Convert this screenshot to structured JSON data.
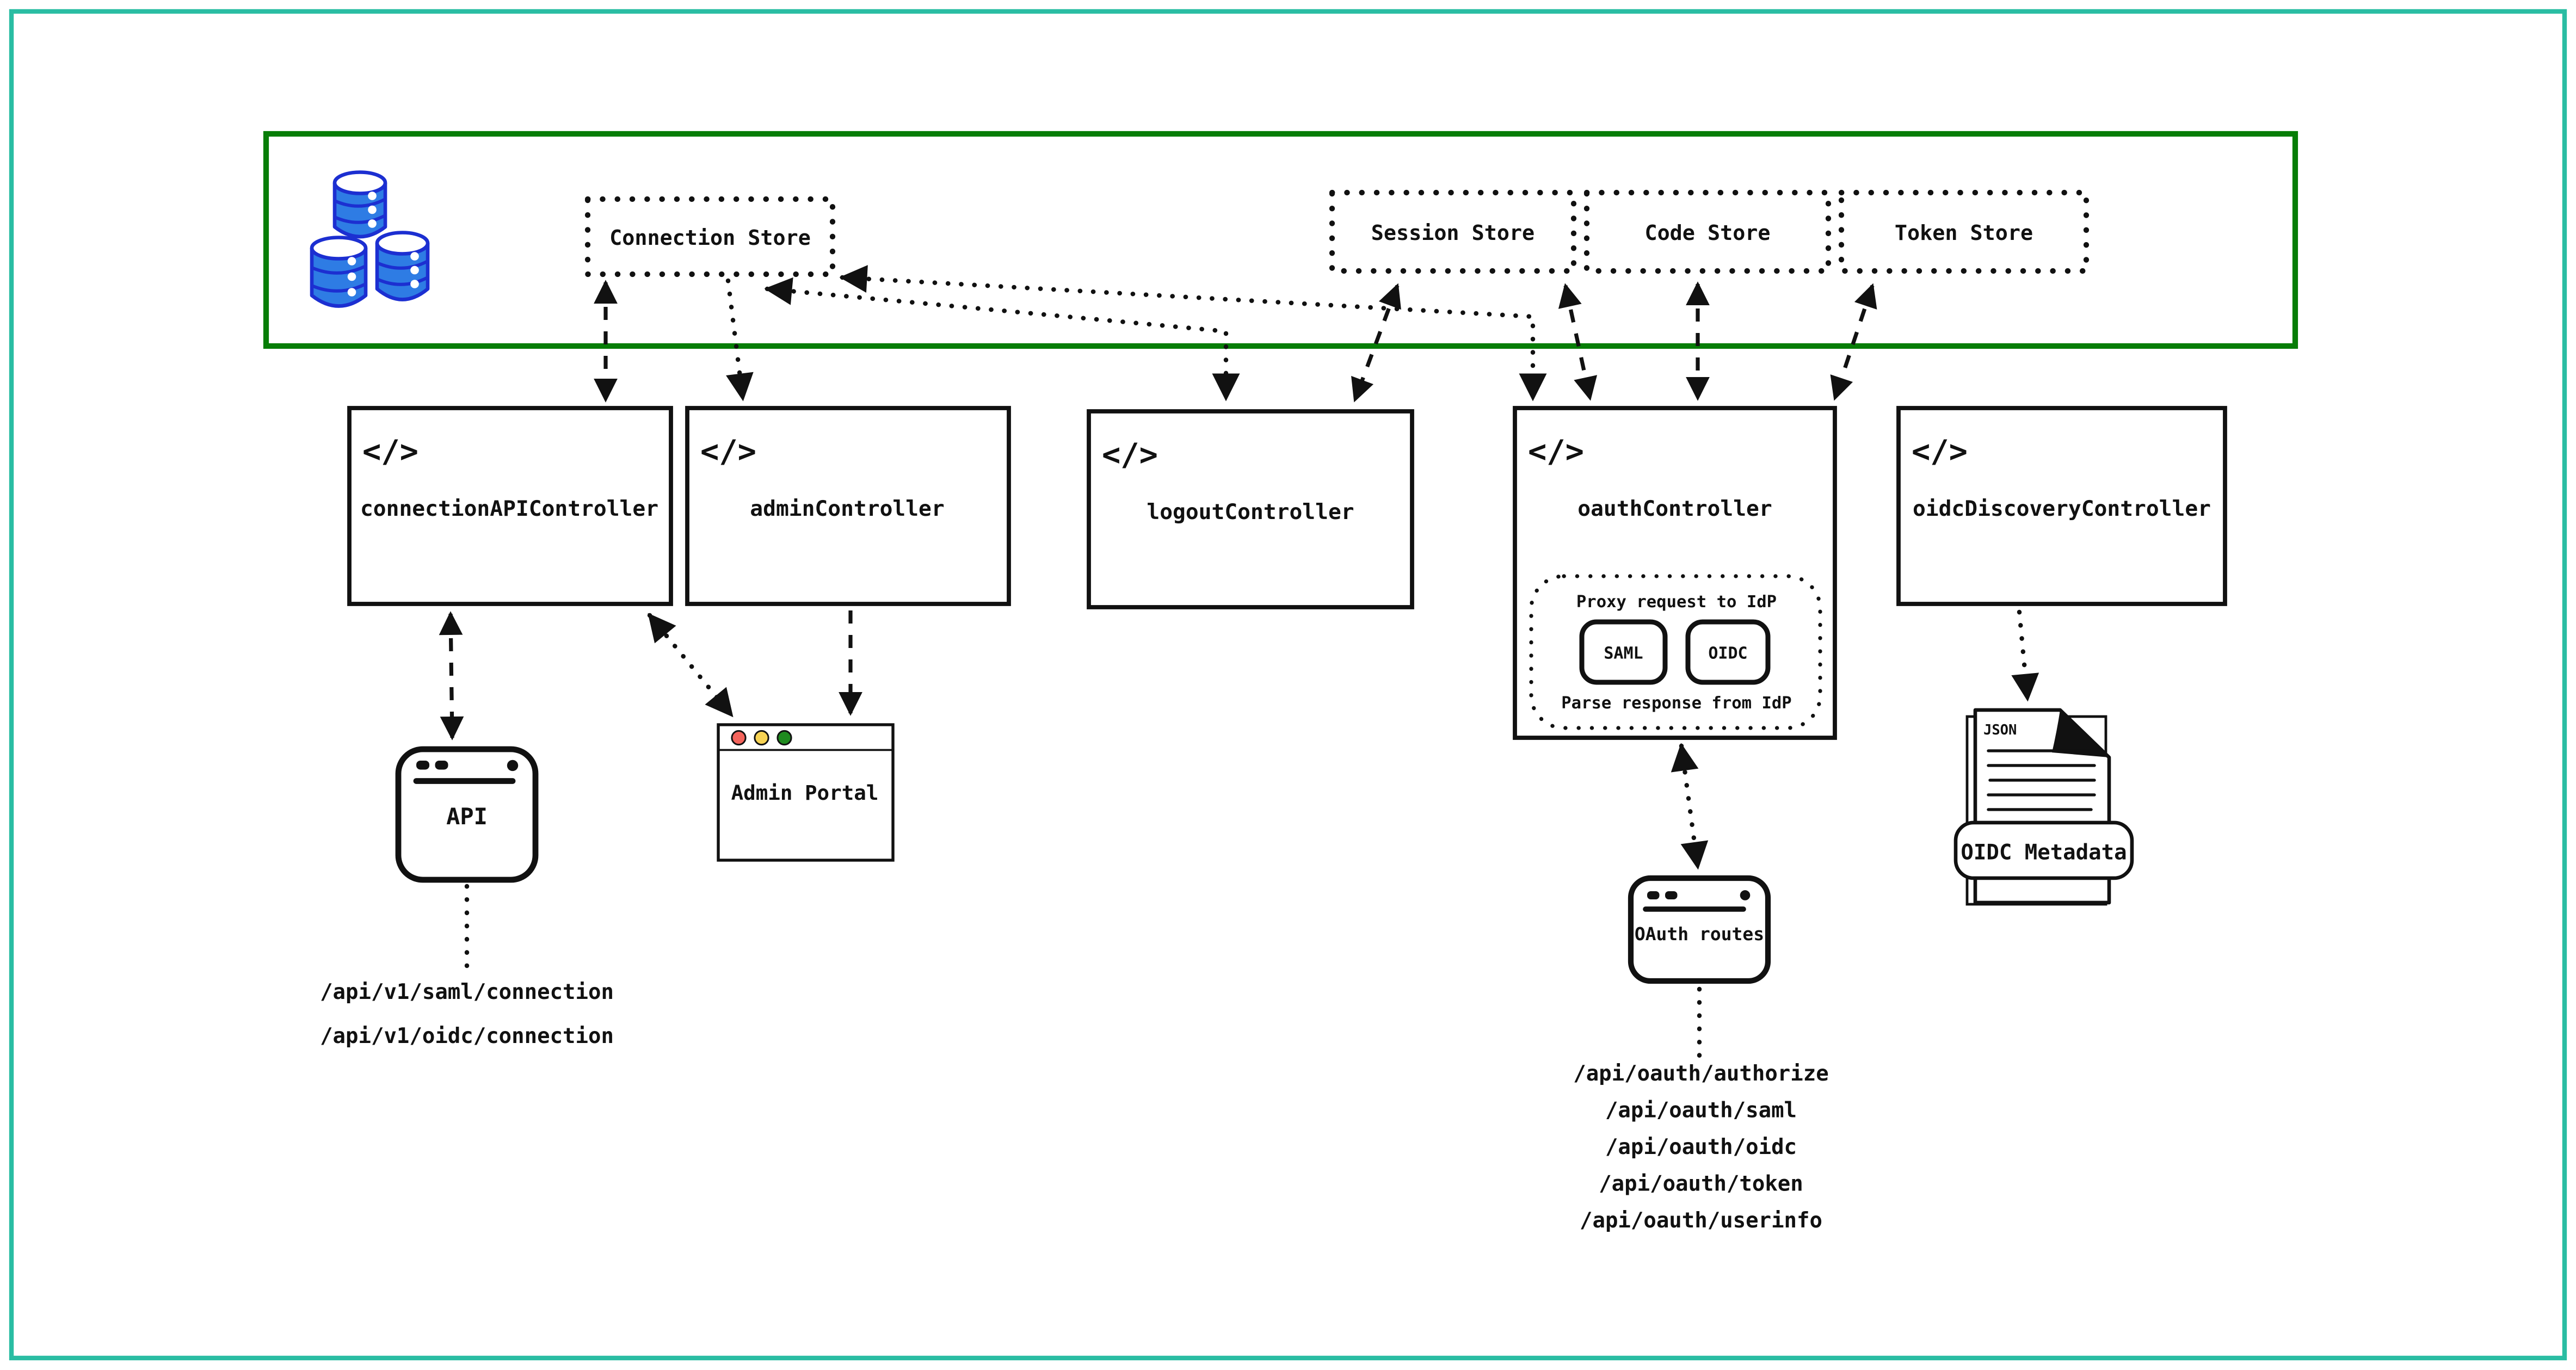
{
  "colors": {
    "outer_border": "#2abda3",
    "store_container_border": "#077d07",
    "line": "#111111",
    "barrel_fill": "#2e7ce4",
    "barrel_stroke": "#1c2fd1"
  },
  "icons": {
    "database": "database-barrels-icon",
    "code_glyph": "</>"
  },
  "data_layer": {
    "stores": [
      {
        "label": "Connection Store"
      },
      {
        "label": "Session Store"
      },
      {
        "label": "Code Store"
      },
      {
        "label": "Token Store"
      }
    ]
  },
  "controllers": [
    {
      "label": "connectionAPIController"
    },
    {
      "label": "adminController"
    },
    {
      "label": "logoutController"
    },
    {
      "label": "oauthController"
    },
    {
      "label": "oidcDiscoveryController"
    }
  ],
  "oauth_idp_proxy": {
    "top_label": "Proxy request to IdP",
    "bottom_label": "Parse response from IdP",
    "protocols": [
      {
        "label": "SAML"
      },
      {
        "label": "OIDC"
      }
    ]
  },
  "clients": {
    "api_window": {
      "label": "API",
      "endpoints": [
        "/api/v1/saml/connection",
        "/api/v1/oidc/connection"
      ]
    },
    "admin_portal_window": {
      "label": "Admin Portal",
      "traffic_lights": [
        "#f4645c",
        "#f7d354",
        "#1f8a1f"
      ]
    },
    "oauth_routes_window": {
      "label": "OAuth routes",
      "endpoints": [
        "/api/oauth/authorize",
        "/api/oauth/saml",
        "/api/oauth/oidc",
        "/api/oauth/token",
        "/api/oauth/userinfo"
      ]
    },
    "oidc_metadata_doc": {
      "file_type_label": "JSON",
      "label": "OIDC Metadata"
    }
  }
}
